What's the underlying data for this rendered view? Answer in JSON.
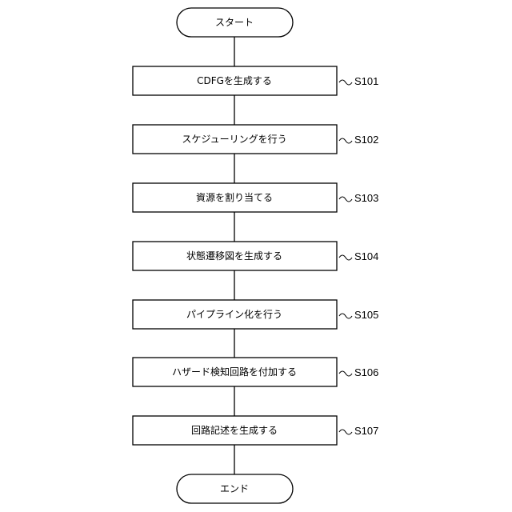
{
  "start": {
    "label": "スタート"
  },
  "end": {
    "label": "エンド"
  },
  "steps": [
    {
      "label": "CDFGを生成する",
      "id": "S101"
    },
    {
      "label": "スケジューリングを行う",
      "id": "S102"
    },
    {
      "label": "資源を割り当てる",
      "id": "S103"
    },
    {
      "label": "状態遷移図を生成する",
      "id": "S104"
    },
    {
      "label": "パイプライン化を行う",
      "id": "S105"
    },
    {
      "label": "ハザード検知回路を付加する",
      "id": "S106"
    },
    {
      "label": "回路記述を生成する",
      "id": "S107"
    }
  ]
}
